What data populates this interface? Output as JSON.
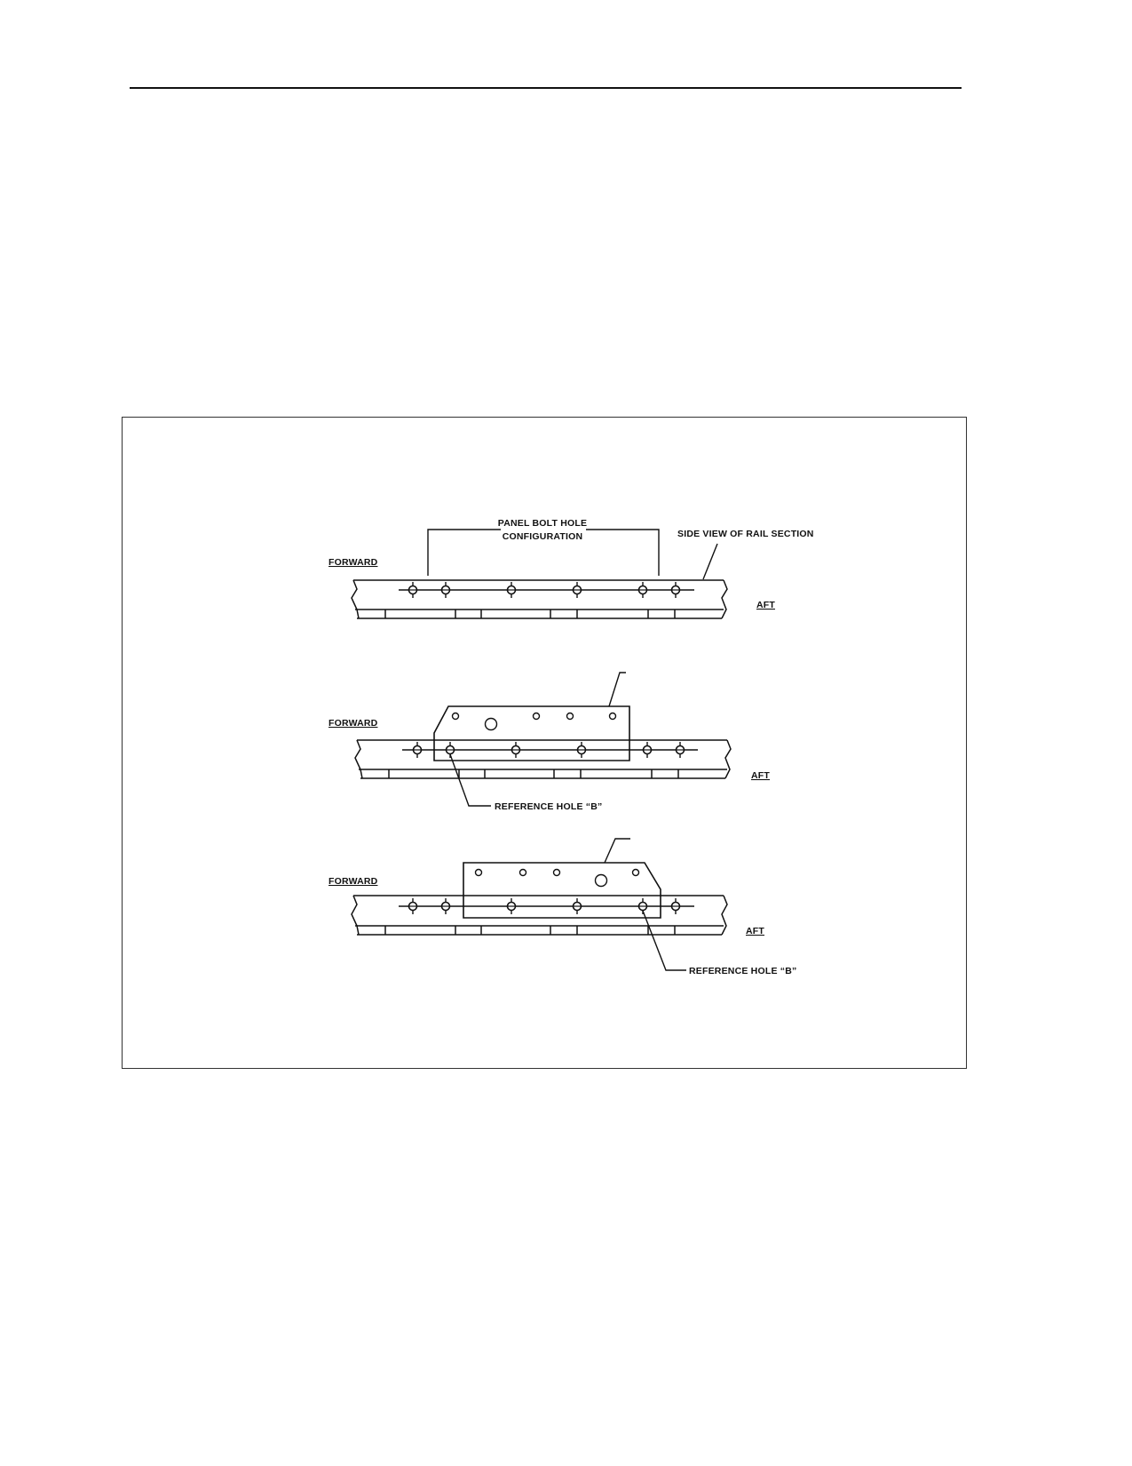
{
  "diagram": {
    "bracket_label_line1": "PANEL BOLT HOLE",
    "bracket_label_line2": "CONFIGURATION",
    "side_view_label": "SIDE VIEW OF RAIL SECTION",
    "forward_label": "FORWARD",
    "aft_label": "AFT",
    "reference_label": "REFERENCE HOLE “B”"
  }
}
